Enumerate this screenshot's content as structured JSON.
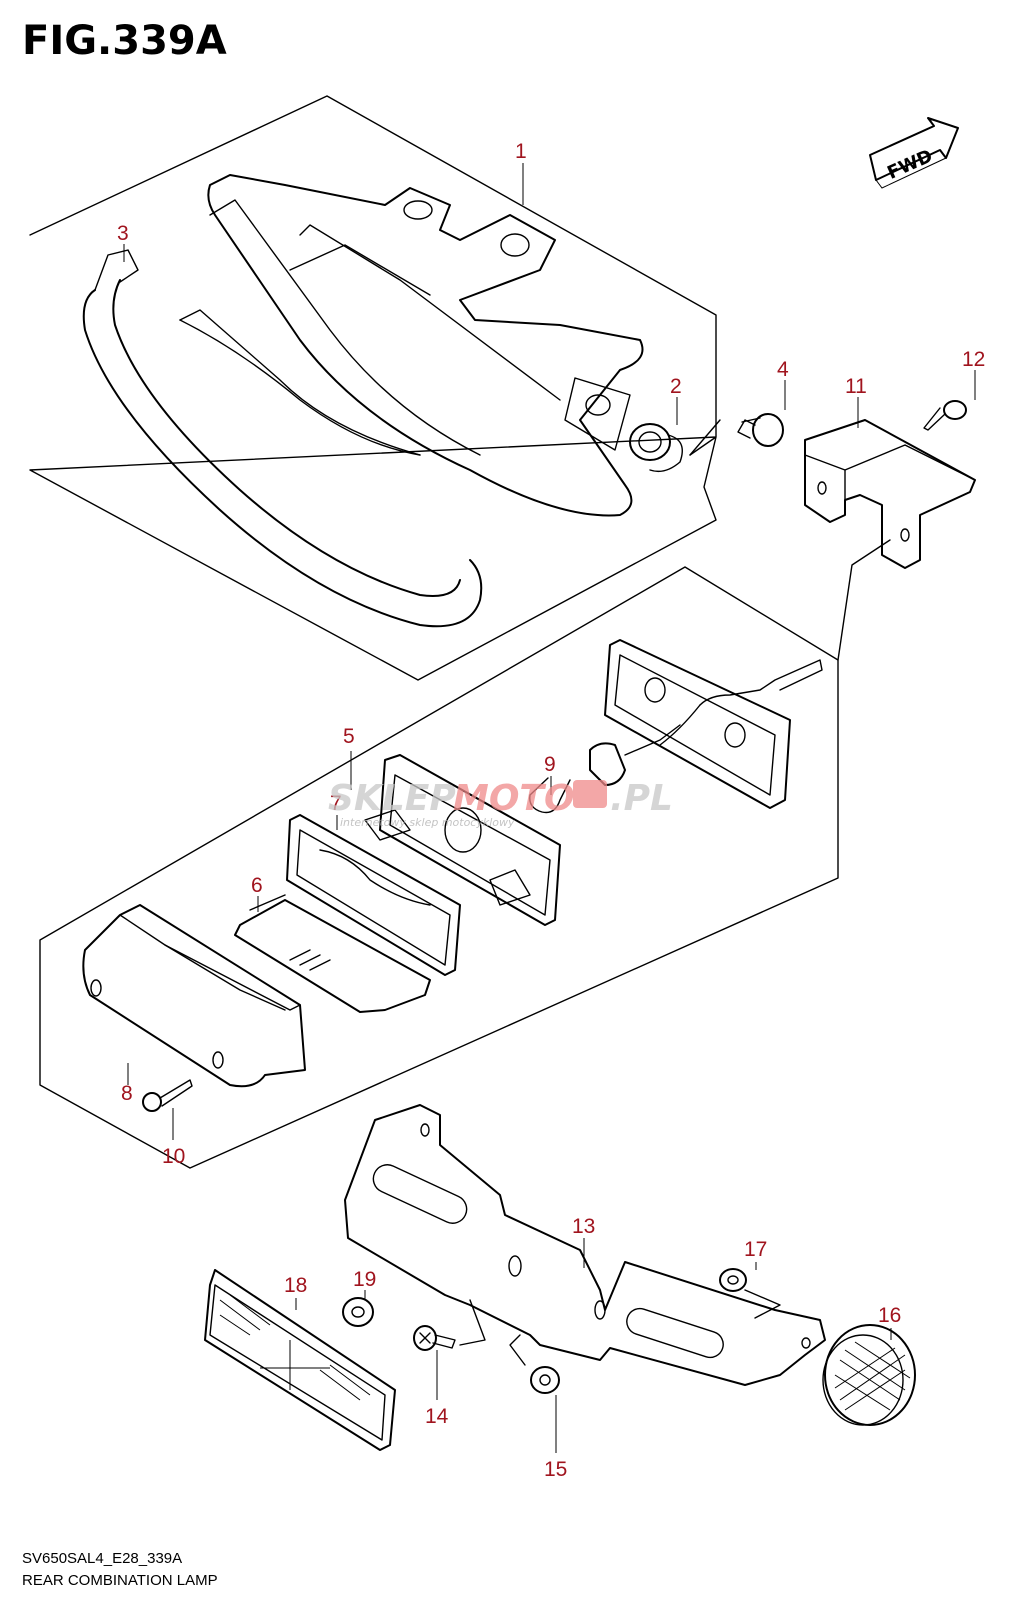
{
  "figure": {
    "title": "FIG.339A",
    "fwd_label": "FWD",
    "footer_code": "SV650SAL4_E28_339A",
    "footer_name": "REAR COMBINATION LAMP"
  },
  "watermark": {
    "brand_part1": "SKLEP",
    "brand_part2": "MOTO",
    "brand_suffix": ".PL",
    "tagline": "internetowy sklep motocyklowy"
  },
  "callouts": [
    "1",
    "2",
    "3",
    "4",
    "5",
    "6",
    "7",
    "8",
    "9",
    "10",
    "11",
    "12",
    "13",
    "14",
    "15",
    "16",
    "17",
    "18",
    "19"
  ],
  "colors": {
    "callout": "#a0141e",
    "watermark_grey": "#c8c8c8",
    "watermark_red": "#f08a8a"
  }
}
